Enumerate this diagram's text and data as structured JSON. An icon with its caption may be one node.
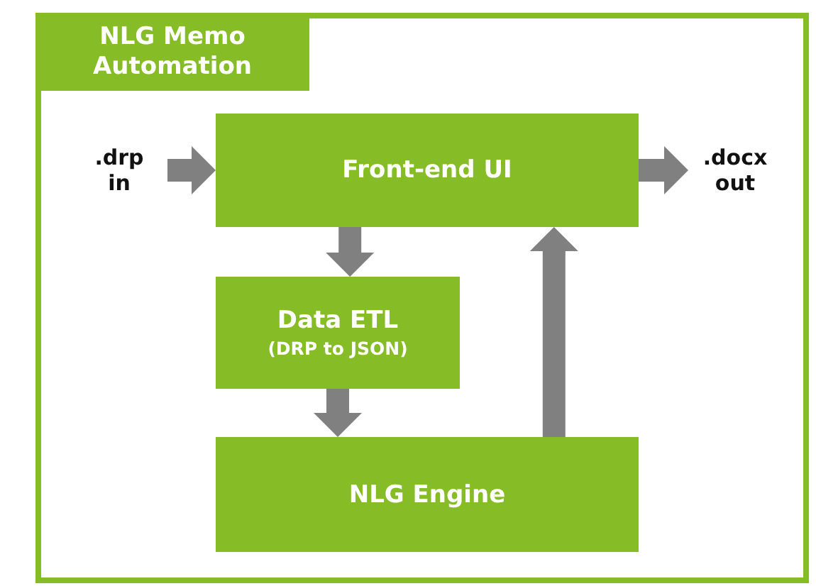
{
  "diagram": {
    "nodes": [
      {
        "text": [
          "NLG Memo Automation"
        ]
      },
      {
        "text": [
          ".drp in"
        ],
        "in": 0
      },
      {
        "text": [
          "Front-end UI"
        ],
        "in": 0
      },
      {
        "text": [
          ".docx out"
        ],
        "in": 0
      },
      {
        "text": [
          "Data ETL",
          "(DRP to JSON)"
        ],
        "in": 0
      },
      {
        "text": [
          "NLG Engine"
        ],
        "in": 0
      }
    ],
    "edges": [
      {
        "from": 1,
        "to": 2,
        "arrow": "to"
      },
      {
        "from": 2,
        "to": 3,
        "arrow": "to"
      },
      {
        "from": 2,
        "to": 4,
        "arrow": "to"
      },
      {
        "from": 4,
        "to": 5,
        "arrow": "to"
      },
      {
        "from": 5,
        "to": 2,
        "arrow": "to"
      }
    ]
  }
}
